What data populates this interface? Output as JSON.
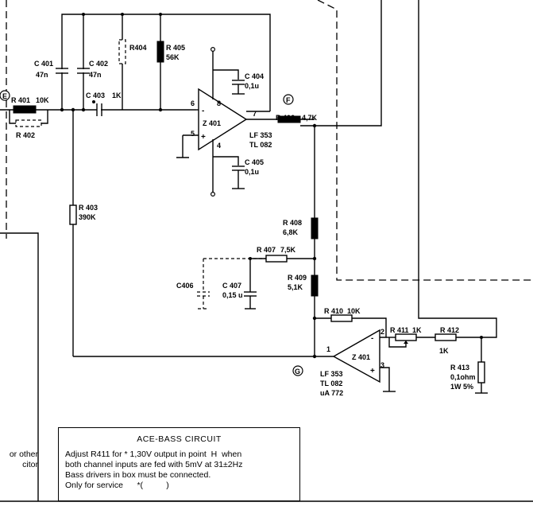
{
  "note": {
    "title": "ACE-BASS CIRCUIT",
    "lines": [
      "Adjust R411 for * 1,30V output in point  H  when",
      "both channel inputs are fed with 5mV at 31±2Hz",
      "Bass drivers in box must be connected.",
      "Only for service      *(          )"
    ]
  },
  "left_note": {
    "line1": "or other",
    "line2": "citor"
  },
  "points": {
    "E": "E",
    "F": "F",
    "G": "G"
  },
  "components": {
    "C401": {
      "ref": "C 401",
      "value": "47n"
    },
    "C402": {
      "ref": "C 402",
      "value": "47n"
    },
    "C403": {
      "ref": "C 403",
      "value": "1K"
    },
    "R404": {
      "ref": "R404"
    },
    "R405": {
      "ref": "R 405",
      "value": "56K"
    },
    "C404": {
      "ref": "C 404",
      "value": "0,1u"
    },
    "C405": {
      "ref": "C 405",
      "value": "0,1u"
    },
    "R401": {
      "ref": "R 401",
      "value": "10K"
    },
    "R402": {
      "ref": "R 402"
    },
    "R403": {
      "ref": "R 403",
      "value": "390K"
    },
    "R406": {
      "ref": "R 406",
      "value": "4,7K"
    },
    "R408": {
      "ref": "R 408",
      "value": "6,8K"
    },
    "R407": {
      "ref": "R 407",
      "value": "7,5K"
    },
    "R409": {
      "ref": "R 409",
      "value": "5,1K"
    },
    "C406": {
      "ref": "C406"
    },
    "C407": {
      "ref": "C 407",
      "value": "0,15 u"
    },
    "R410": {
      "ref": "R 410",
      "value": "10K"
    },
    "R411": {
      "ref": "R 411",
      "value": "1K"
    },
    "R412": {
      "ref": "R 412",
      "value": "1K"
    },
    "R413": {
      "ref": "R 413",
      "value": "0,1ohm",
      "rating": "1W  5%"
    }
  },
  "opamps": {
    "Z401a": {
      "ref": "Z 401",
      "type1": "LF 353",
      "type2": "TL 082",
      "pin_inv": "6",
      "pin_noninv": "5",
      "pin_out": "7",
      "pin_vplus": "8",
      "pin_vminus": "4",
      "sign_minus": "-",
      "sign_plus": "+"
    },
    "Z401b": {
      "ref": "Z 401",
      "type1": "LF 353",
      "type2": "TL 082",
      "type3": "uA 772",
      "pin_out": "1",
      "pin_inv": "2",
      "pin_noninv": "3",
      "sign_minus": "-",
      "sign_plus": "+"
    }
  }
}
